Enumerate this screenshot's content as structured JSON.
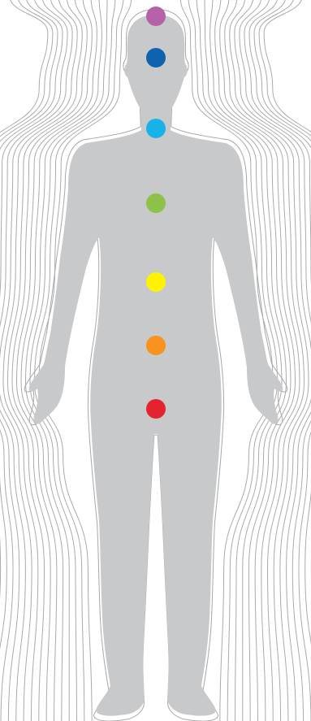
{
  "figure": {
    "background_color": "#ffffff",
    "aura_line_color": "#a9aaac",
    "body_color": "#c8c9cb",
    "aura_line_count": 16
  },
  "chakras": [
    {
      "id": "crown",
      "color": "#b562a8"
    },
    {
      "id": "third-eye",
      "color": "#0e62ae"
    },
    {
      "id": "throat",
      "color": "#16b2e9"
    },
    {
      "id": "heart",
      "color": "#8dc14a"
    },
    {
      "id": "solar-plexus",
      "color": "#fff200"
    },
    {
      "id": "sacral",
      "color": "#f7931e"
    },
    {
      "id": "root",
      "color": "#e32330"
    }
  ]
}
